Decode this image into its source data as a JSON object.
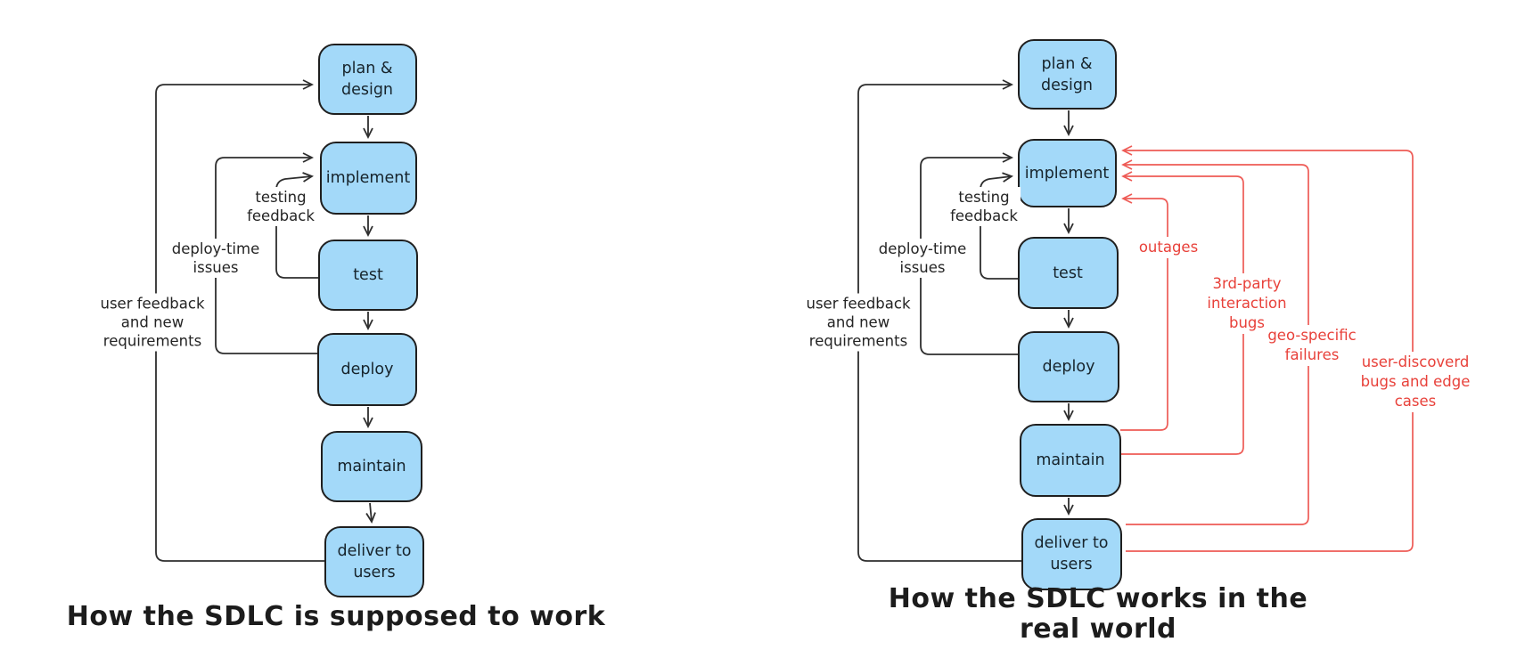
{
  "colors": {
    "node_fill": "#a3d9f9",
    "node_stroke": "#1f1f1f",
    "black_line": "#2e2e2e",
    "red_line": "#ee5b56",
    "red_text": "#e8413a",
    "text": "#1f1f1f"
  },
  "left": {
    "caption": "How the SDLC is supposed to work",
    "nodes": [
      "plan &\ndesign",
      "implement",
      "test",
      "deploy",
      "maintain",
      "deliver to\nusers"
    ],
    "labels": {
      "testing": "testing\nfeedback",
      "deploy_time": "deploy-time\nissues",
      "user_feedback": "user feedback\nand new\nrequirements"
    }
  },
  "right": {
    "caption": "How the SDLC works in the real world",
    "nodes": [
      "plan &\ndesign",
      "implement",
      "test",
      "deploy",
      "maintain",
      "deliver to\nusers"
    ],
    "labels": {
      "testing": "testing\nfeedback",
      "deploy_time": "deploy-time\nissues",
      "user_feedback": "user feedback\nand new\nrequirements"
    },
    "failures": [
      "outages",
      "3rd-party\ninteraction\nbugs",
      "geo-specific\nfailures",
      "user-discoverd\nbugs and edge cases"
    ]
  }
}
